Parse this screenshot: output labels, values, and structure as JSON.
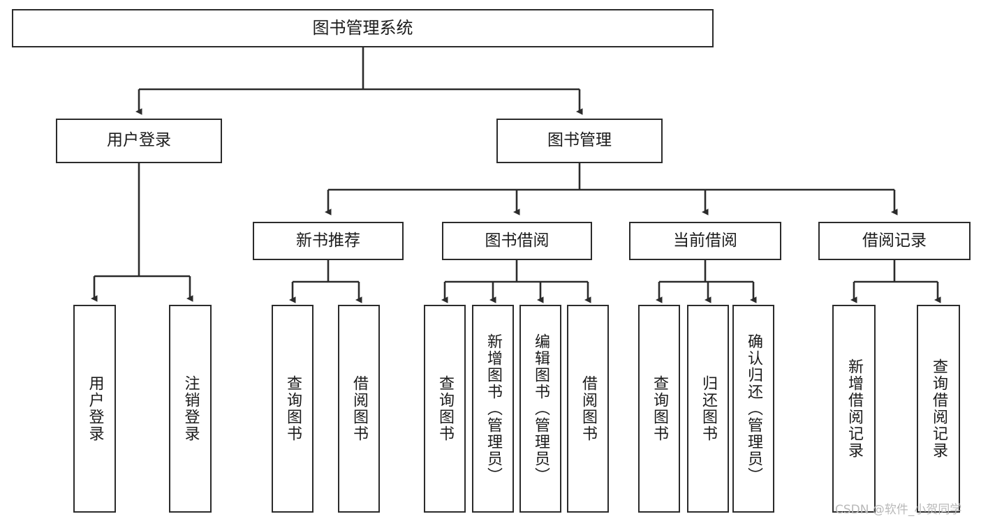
{
  "diagram": {
    "title": "图书管理系统",
    "type": "tree",
    "orientation": "top-down",
    "colors": {
      "box_border": "#2b2b2b",
      "box_fill": "#ffffff",
      "edge": "#2b2b2b",
      "text": "#1b1b1b",
      "watermark": "#b9b9b9",
      "background": "#ffffff"
    },
    "nodes": {
      "root": {
        "label": "图书管理系统"
      },
      "level2": [
        {
          "label": "用户登录"
        },
        {
          "label": "图书管理"
        }
      ],
      "level3": [
        {
          "label": "新书推荐"
        },
        {
          "label": "图书借阅"
        },
        {
          "label": "当前借阅"
        },
        {
          "label": "借阅记录"
        }
      ],
      "leaves": {
        "user_login": [
          {
            "label": "用户登录"
          },
          {
            "label": "注销登录"
          }
        ],
        "new_book_recommend": [
          {
            "label": "查询图书"
          },
          {
            "label": "借阅图书"
          }
        ],
        "book_borrow": [
          {
            "label": "查询图书"
          },
          {
            "label": "新增图书（管理员）"
          },
          {
            "label": "编辑图书（管理员）"
          },
          {
            "label": "借阅图书"
          }
        ],
        "current_borrow": [
          {
            "label": "查询图书"
          },
          {
            "label": "归还图书"
          },
          {
            "label": "确认归还（管理员）"
          }
        ],
        "borrow_record": [
          {
            "label": "新增借阅记录"
          },
          {
            "label": "查询借阅记录"
          }
        ]
      }
    },
    "watermark": "CSDN @软件_小贺同学"
  }
}
